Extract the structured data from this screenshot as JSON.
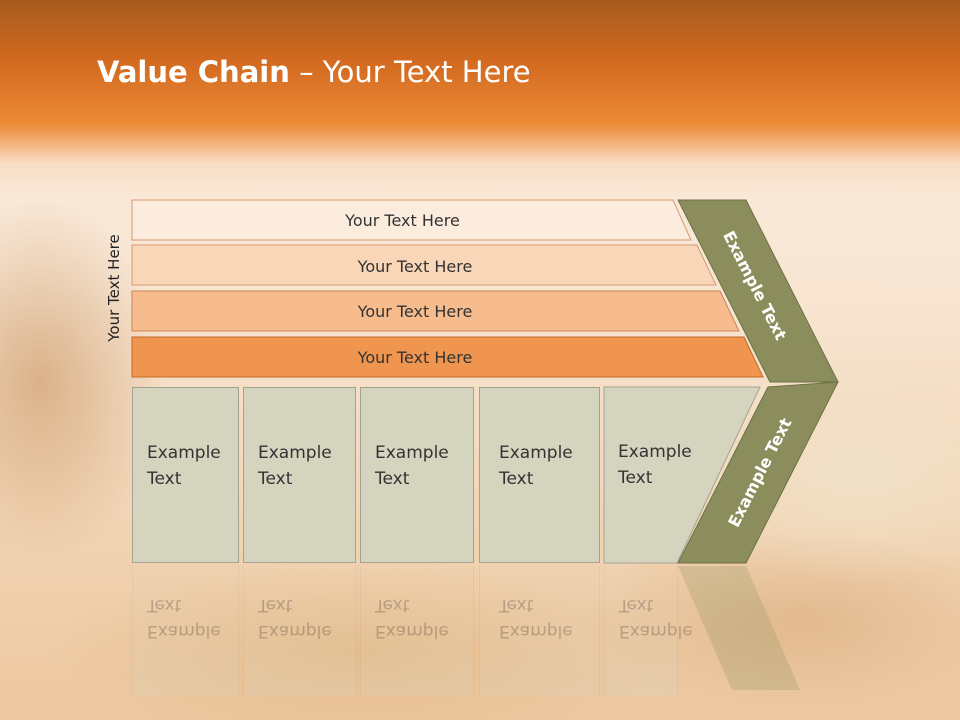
{
  "slide": {
    "title_bold": "Value Chain",
    "title_rest": " – Your Text Here",
    "side_label": "Your Text Here",
    "bars": [
      {
        "label": "Your Text Here",
        "color": "#fcecde"
      },
      {
        "label": "Your Text Here",
        "color": "#f9d6b8"
      },
      {
        "label": "Your Text Here",
        "color": "#f6bc8e"
      },
      {
        "label": "Your Text Here",
        "color": "#ef9550"
      }
    ],
    "cells": [
      {
        "line1": "Example",
        "line2": "Text"
      },
      {
        "line1": "Example",
        "line2": "Text"
      },
      {
        "line1": "Example",
        "line2": "Text"
      },
      {
        "line1": "Example",
        "line2": "Text"
      },
      {
        "line1": "Example",
        "line2": "Text"
      }
    ],
    "chevron_top_label": "Example Text",
    "chevron_bottom_label": "Example Text",
    "colors": {
      "header": "#e0782a",
      "chevron": "#8b8e5c",
      "cell": "#d5d4bf"
    }
  }
}
